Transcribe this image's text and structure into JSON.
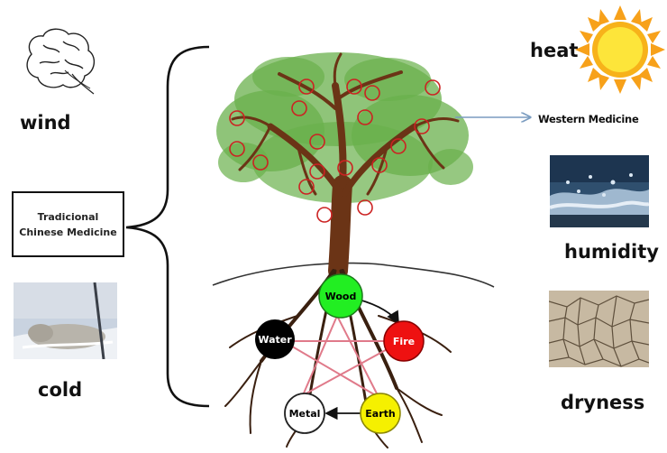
{
  "left": {
    "wind_label": "wind",
    "cold_label": "cold",
    "tcm_box": {
      "line1": "Tradicional",
      "line2": "Chinese Medicine"
    }
  },
  "right": {
    "heat_label": "heat",
    "western_label": "Western Medicine",
    "humidity_label": "humidity",
    "dryness_label": "dryness"
  },
  "elements": {
    "wood": {
      "label": "Wood",
      "color": "#22ee22"
    },
    "fire": {
      "label": "Fire",
      "color": "#ee1111"
    },
    "earth": {
      "label": "Earth",
      "color": "#f5f000"
    },
    "metal": {
      "label": "Metal",
      "color": "#ffffff"
    },
    "water": {
      "label": "Water",
      "color": "#000000"
    }
  },
  "icons": [
    "brain-icon",
    "sun-icon"
  ],
  "colors": {
    "trunk": "#6b3416",
    "foliage": "#6ab04c",
    "arrow": "#7a9cc0"
  }
}
